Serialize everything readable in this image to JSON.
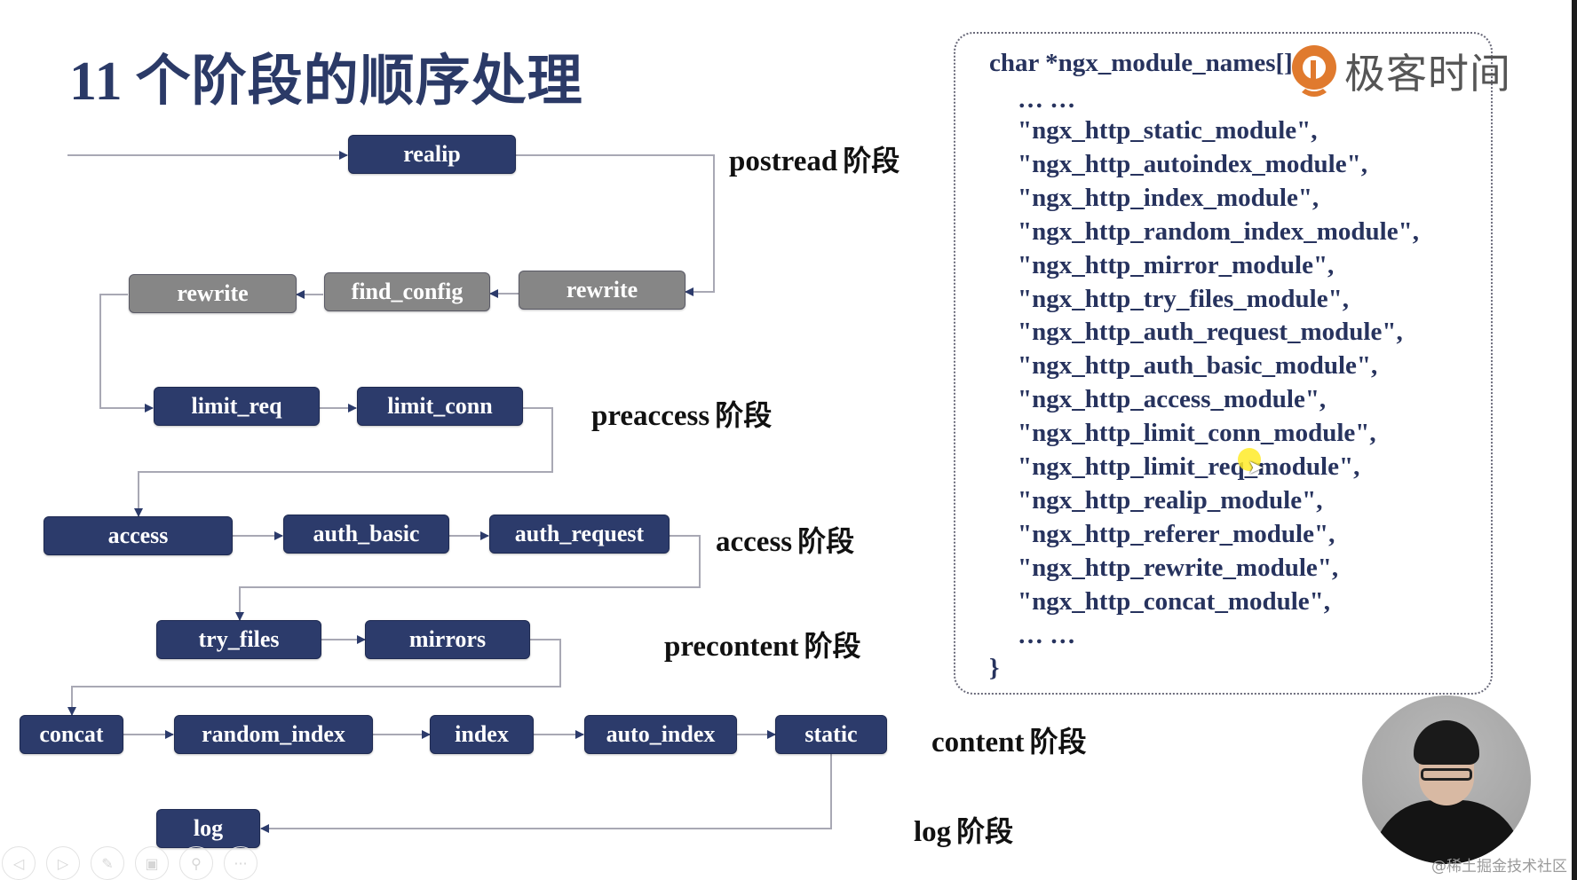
{
  "title": {
    "number": "11",
    "text": "个阶段的顺序处理"
  },
  "phases": [
    {
      "name": "postread",
      "suffix": "阶段"
    },
    {
      "name": "preaccess",
      "suffix": "阶段"
    },
    {
      "name": "access",
      "suffix": "阶段"
    },
    {
      "name": "precontent",
      "suffix": "阶段"
    },
    {
      "name": "content",
      "suffix": "阶段"
    },
    {
      "name": "log",
      "suffix": "阶段"
    }
  ],
  "modules": {
    "realip": "realip",
    "rewrite_server": "rewrite",
    "find_config": "find_config",
    "rewrite_location": "rewrite",
    "limit_req": "limit_req",
    "limit_conn": "limit_conn",
    "access": "access",
    "auth_basic": "auth_basic",
    "auth_request": "auth_request",
    "try_files": "try_files",
    "mirrors": "mirrors",
    "concat": "concat",
    "random_index": "random_index",
    "index": "index",
    "auto_index": "auto_index",
    "static": "static",
    "log": "log"
  },
  "code": {
    "header": "char *ngx_module_names[] = {",
    "ellipsis_top": "… …",
    "lines": [
      "\"ngx_http_static_module\",",
      "\"ngx_http_autoindex_module\",",
      "\"ngx_http_index_module\",",
      "\"ngx_http_random_index_module\",",
      "\"ngx_http_mirror_module\",",
      "\"ngx_http_try_files_module\",",
      "\"ngx_http_auth_request_module\",",
      "\"ngx_http_auth_basic_module\",",
      "\"ngx_http_access_module\",",
      "\"ngx_http_limit_conn_module\",",
      "\"ngx_http_limit_req_module\",",
      "\"ngx_http_realip_module\",",
      "\"ngx_http_referer_module\",",
      "\"ngx_http_rewrite_module\",",
      "\"ngx_http_concat_module\","
    ],
    "ellipsis_bottom": "… …",
    "close": "}"
  },
  "logo": {
    "text": "极客时间",
    "accent": "#e07a2e"
  },
  "watermark": "@稀土掘金技术社区",
  "toolbar": {
    "prev": "◁",
    "next": "▷",
    "pen": "✎",
    "slides": "▣",
    "zoom": "⚲",
    "more": "···"
  },
  "colors": {
    "node": "#2c3b6b",
    "node_gray": "#868686",
    "title": "#2b3a67",
    "code": "#27335e"
  }
}
